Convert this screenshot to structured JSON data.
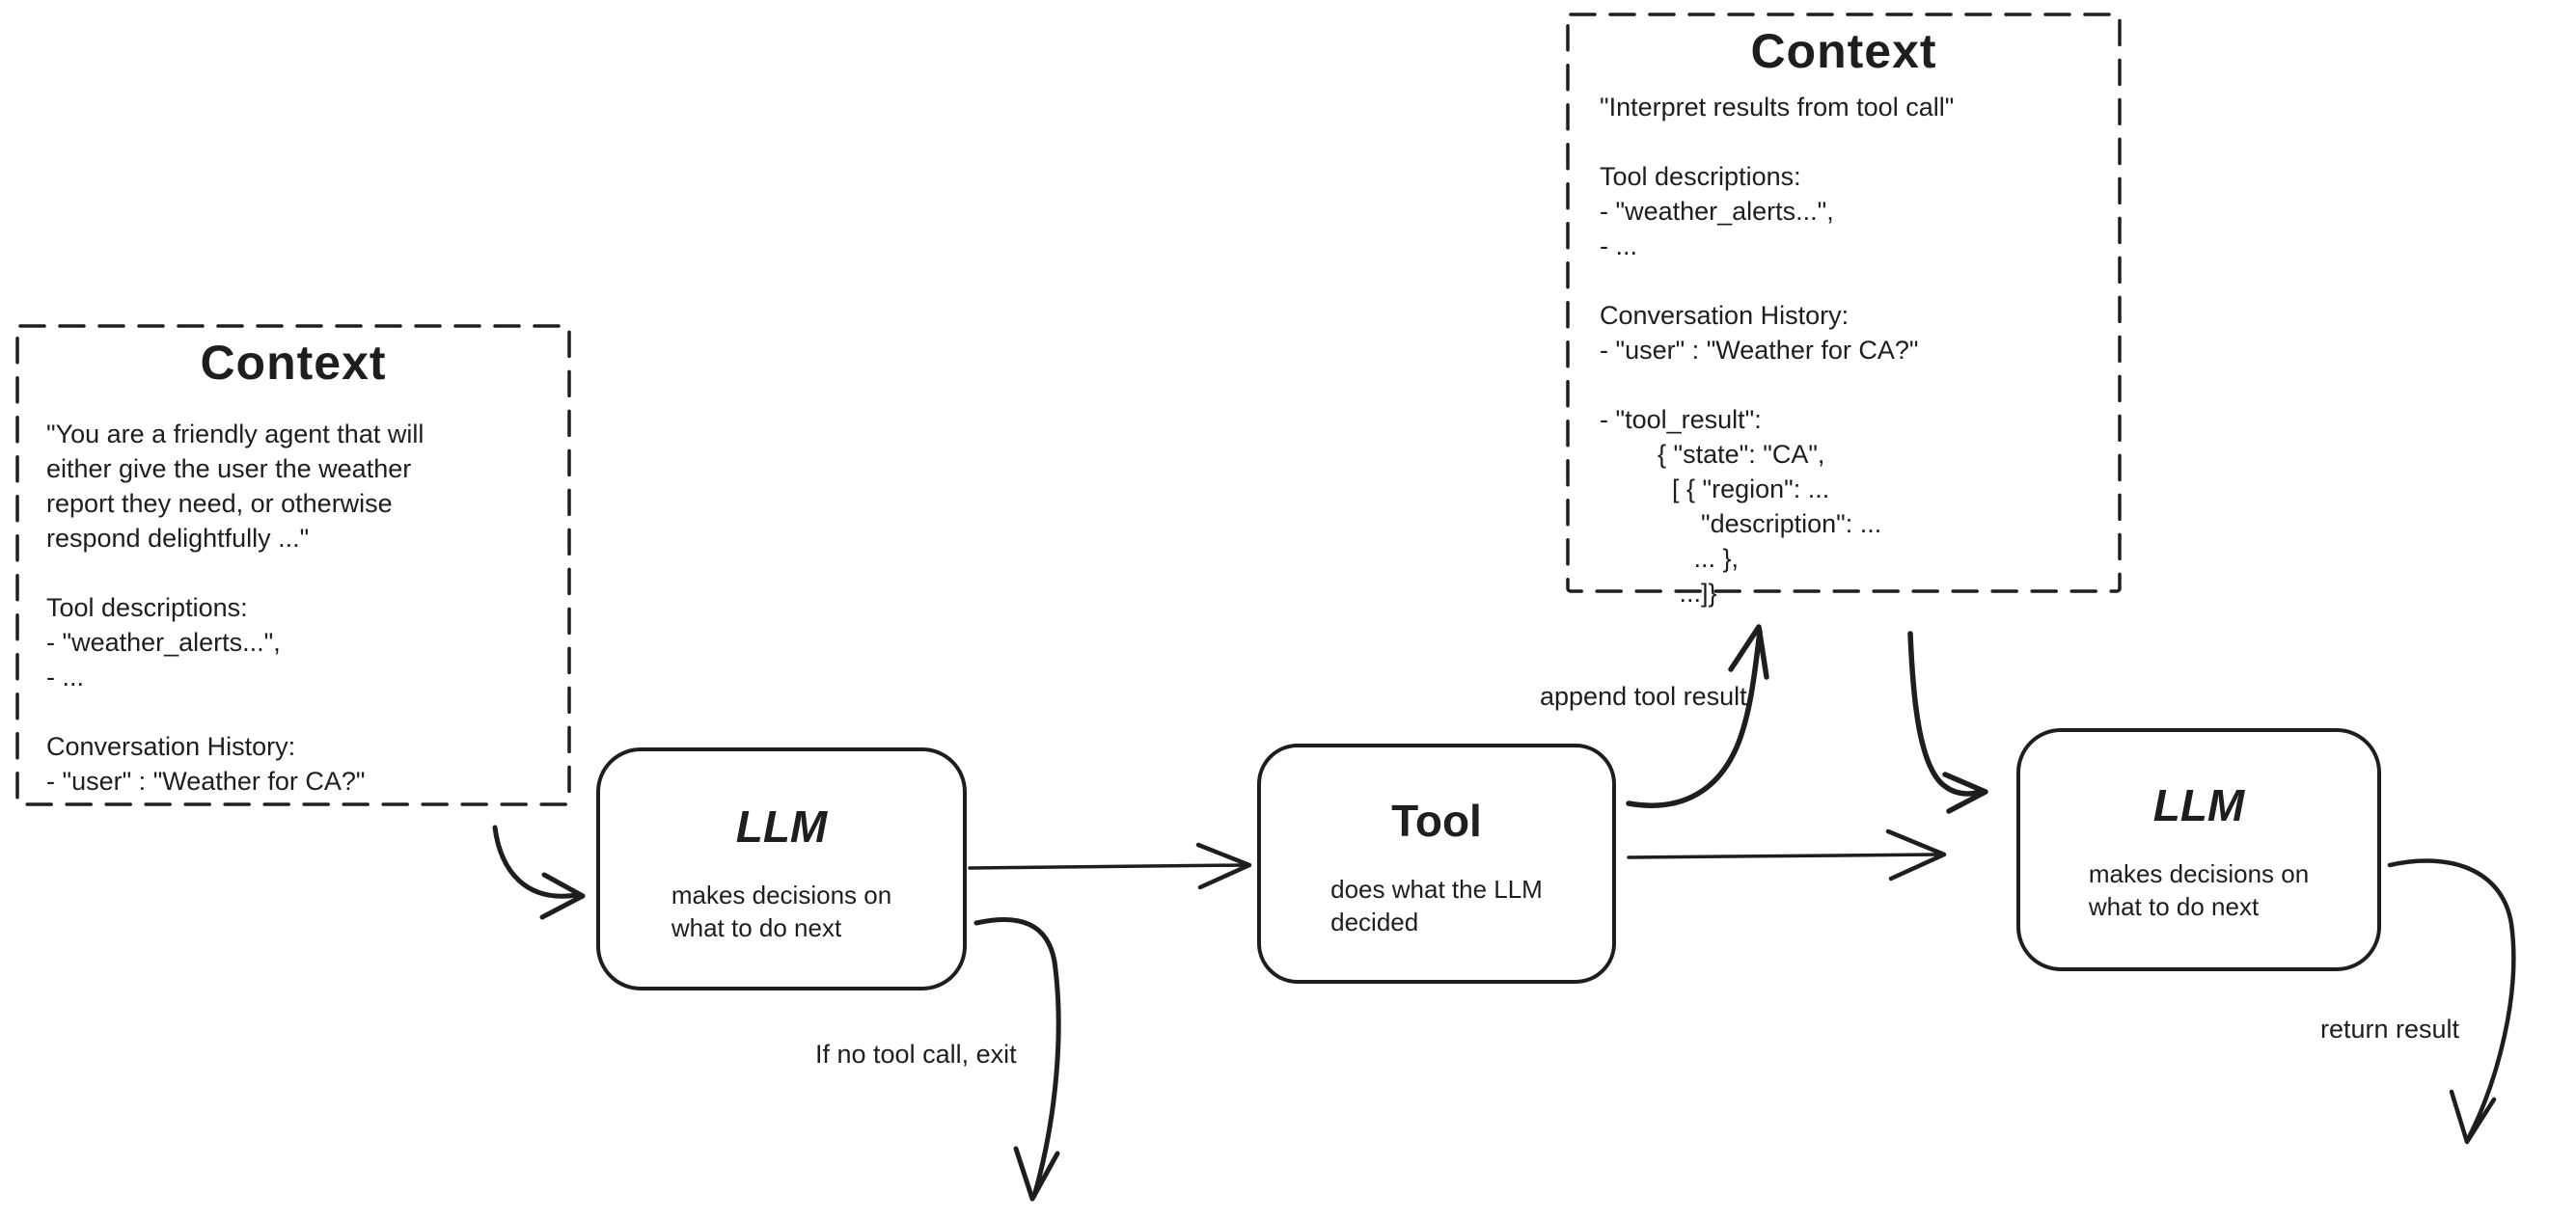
{
  "diagram": {
    "background": "#ffffff",
    "ink_color": "#1e1e1e"
  },
  "boxes": {
    "context_left": {
      "title": "Context",
      "lines": [
        "\"You are a friendly agent that will",
        "either give the user the weather",
        "report they need, or otherwise",
        "respond delightfully ...\"",
        "",
        "Tool descriptions:",
        "- \"weather_alerts...\",",
        "- ...",
        "",
        "Conversation History:",
        "- \"user\" : \"Weather for CA?\""
      ]
    },
    "llm_first": {
      "title": "LLM",
      "description": "makes decisions on\nwhat to do next"
    },
    "tool": {
      "title": "Tool",
      "description": "does what the LLM\ndecided"
    },
    "context_right": {
      "title": "Context",
      "lines": [
        "\"Interpret results from tool call\"",
        "",
        "Tool descriptions:",
        "- \"weather_alerts...\",",
        "- ...",
        "",
        "Conversation History:",
        "- \"user\" : \"Weather for CA?\"",
        "",
        "- \"tool_result\":",
        "        { \"state\": \"CA\",",
        "          [ { \"region\": ...",
        "              \"description\": ...",
        "             ... },",
        "           ...]}"
      ]
    },
    "llm_second": {
      "title": "LLM",
      "description": "makes decisions on\nwhat to do next"
    }
  },
  "arrow_labels": {
    "append_tool_result": "append tool result",
    "if_no_tool_call_exit": "If no tool call, exit",
    "return_result": "return result"
  }
}
